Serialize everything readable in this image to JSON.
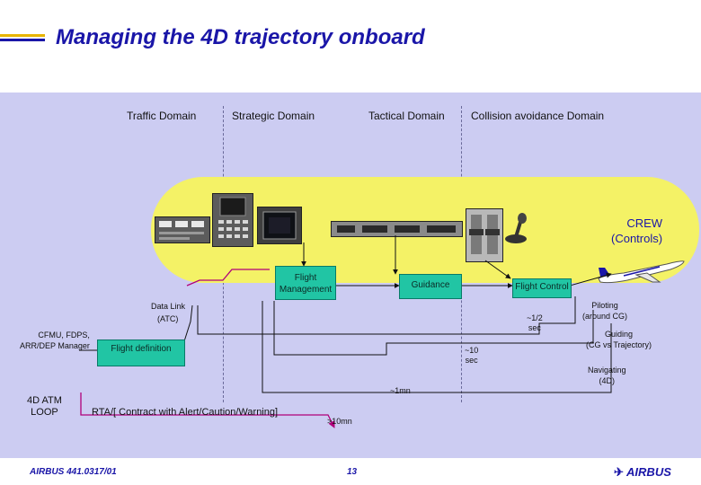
{
  "header": {
    "title": "Managing the 4D trajectory onboard",
    "brand_color": "#1a16a8",
    "accent_color": "#e8b400"
  },
  "domains": [
    "Traffic Domain",
    "Strategic Domain",
    "Tactical Domain",
    "Collision avoidance Domain"
  ],
  "crew_panel": {
    "label_line1": "CREW",
    "label_line2": "(Controls)",
    "devices": [
      "radio-panel",
      "mcdu",
      "display",
      "fcu-glareshield",
      "throttle-quadrant",
      "sidestick"
    ]
  },
  "boxes": {
    "flight_management": "Flight Management",
    "guidance": "Guidance",
    "flight_control": "Flight Control",
    "flight_definition": "Flight definition"
  },
  "labels": {
    "data_link": "Data Link",
    "atc": "(ATC)",
    "cfmu": "CFMU, FDPS,",
    "arr_dep": "ARR/DEP Manager",
    "atm_line1": "4D ATM",
    "atm_line2": "LOOP",
    "rta": "RTA/[ Contract  with Alert/Caution/Warning]",
    "loop_half_sec_1": "~1/2",
    "loop_half_sec_2": "sec",
    "loop_10_sec_1": "~10",
    "loop_10_sec_2": "sec",
    "loop_1mn": "~1mn",
    "loop_10mn": ">10mn"
  },
  "aircraft_functions": {
    "piloting_1": "Piloting",
    "piloting_2": "(around CG)",
    "guiding_1": "Guiding",
    "guiding_2": "(CG vs Trajectory)",
    "navigating_1": "Navigating",
    "navigating_2": "(4D)"
  },
  "footer": {
    "doc_ref": "AIRBUS 441.0317/01",
    "page": "13",
    "logo": "AIRBUS"
  },
  "colors": {
    "panel": "#ccccf2",
    "crew_zone": "#f4f266",
    "box": "#21c5a4",
    "loop_line": "#b0007a",
    "flow_line": "#111111"
  }
}
